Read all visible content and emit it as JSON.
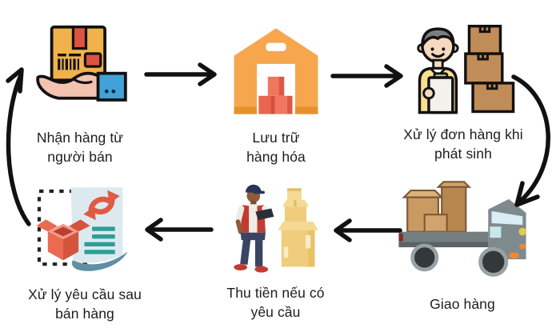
{
  "diagram": {
    "background_color": "#ffffff",
    "arrow_color": "#111111",
    "text_color": "#1d1d1d",
    "nodes": [
      {
        "id": "receive",
        "icon": "hand-receiving-parcel-icon",
        "label": "Nhận hàng từ người bán",
        "line1": "Nhận hàng từ",
        "line2": "người bán"
      },
      {
        "id": "store",
        "icon": "warehouse-icon",
        "label": "Lưu trữ hàng hóa",
        "line1": "Lưu trữ",
        "line2": "hàng hóa"
      },
      {
        "id": "process",
        "icon": "worker-with-boxes-icon",
        "label": "Xử lý đơn hàng khi phát sinh",
        "line1": "Xử lý đơn hàng khi",
        "line2": "phát sinh"
      },
      {
        "id": "deliver",
        "icon": "delivery-truck-icon",
        "label": "Giao hàng",
        "line1": "Giao hàng",
        "line2": ""
      },
      {
        "id": "collect",
        "icon": "courier-with-parcels-icon",
        "label": "Thu tiền nếu có yêu cầu",
        "line1": "Thu tiền nếu có",
        "line2": "yêu cầu"
      },
      {
        "id": "aftersales",
        "icon": "return-request-document-icon",
        "label": "Xử lý yêu cầu sau bán hàng",
        "line1": "Xử lý yêu cầu sau",
        "line2": "bán hàng"
      }
    ],
    "edges": [
      {
        "from": "receive",
        "to": "store",
        "style": "straight-right"
      },
      {
        "from": "store",
        "to": "process",
        "style": "straight-right"
      },
      {
        "from": "process",
        "to": "deliver",
        "style": "curved-down-right"
      },
      {
        "from": "deliver",
        "to": "collect",
        "style": "straight-left"
      },
      {
        "from": "collect",
        "to": "aftersales",
        "style": "straight-left"
      },
      {
        "from": "aftersales",
        "to": "receive",
        "style": "curved-up-left"
      }
    ],
    "palette": {
      "box_orange": "#F2B24B",
      "tape_red": "#DE5240",
      "hand_pink": "#F4C3AF",
      "sleeve_blue": "#42A1D8",
      "warehouse_orange": "#F6A74E",
      "warehouse_base": "#E8912B",
      "crate_red": "#EA6450",
      "sweater_yellow": "#F8DF8E",
      "hair_gray": "#7B7E82",
      "carton_brown": "#C08C58",
      "truck_gray": "#7E8A8D",
      "windshield_blue": "#D9EFF5",
      "vest_red": "#C23B33",
      "jeans_navy": "#3A4563",
      "parcel_yellow": "#EFCD7C",
      "paper_blue": "#DCEAF0",
      "line_teal": "#2E9E96",
      "refresh_red": "#E05A44",
      "open_box_orange": "#EA6A52"
    }
  }
}
